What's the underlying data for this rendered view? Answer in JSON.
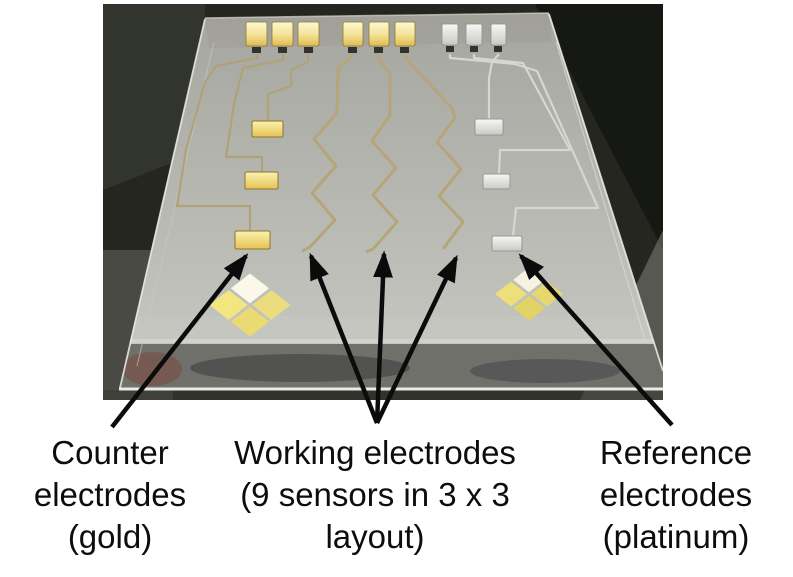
{
  "figure": {
    "labels": [
      {
        "id": "counter",
        "text": "Counter\nelectrodes\n(gold)"
      },
      {
        "id": "working",
        "text": "Working electrodes\n(9 sensors in 3 x 3\nlayout)"
      },
      {
        "id": "reference",
        "text": "Reference\nelectrodes\n(platinum)"
      }
    ],
    "colors": {
      "gold_electrode": "#eccf62",
      "platinum_electrode": "#e3e3df",
      "gold_trace": "#a3946a",
      "platinum_trace": "#d4d4d0",
      "glass_slide": "#b9b9b3",
      "photo_background": "#24261f",
      "annotation_arrow": "#0b0b0b",
      "page_background": "#ffffff",
      "label_text": "#0d0d0d"
    }
  }
}
